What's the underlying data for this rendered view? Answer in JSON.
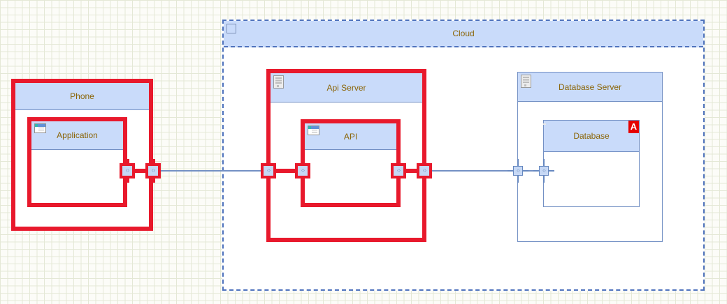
{
  "diagram": {
    "cloud": {
      "label": "Cloud",
      "icon": "frame-corner-icon"
    },
    "nodes": {
      "phone": {
        "label": "Phone",
        "icon": "smartphone-icon",
        "selected": true
      },
      "application": {
        "label": "Application",
        "icon": "app-window-icon",
        "selected": true
      },
      "api_server": {
        "label": "Api Server",
        "icon": "server-icon",
        "selected": true
      },
      "api": {
        "label": "API",
        "icon": "app-window-icon",
        "selected": true
      },
      "database_server": {
        "label": "Database Server",
        "icon": "server-icon",
        "selected": false
      },
      "database": {
        "label": "Database",
        "icon": "disk-icon",
        "selected": false,
        "badge": "A"
      }
    },
    "connectors": [
      {
        "from": "Application",
        "to": "API",
        "selected": true
      },
      {
        "from": "API",
        "to": "Database",
        "selected": false
      }
    ],
    "colors": {
      "header_fill": "#c9dbfa",
      "node_border": "#7390c4",
      "selection_red": "#e8192c",
      "label_text": "#8b6508",
      "cloud_border": "#4f73bd",
      "port_fill": "#c6d8f5",
      "badge_red": "#e50000",
      "grid_line": "#e4e8d6"
    }
  }
}
